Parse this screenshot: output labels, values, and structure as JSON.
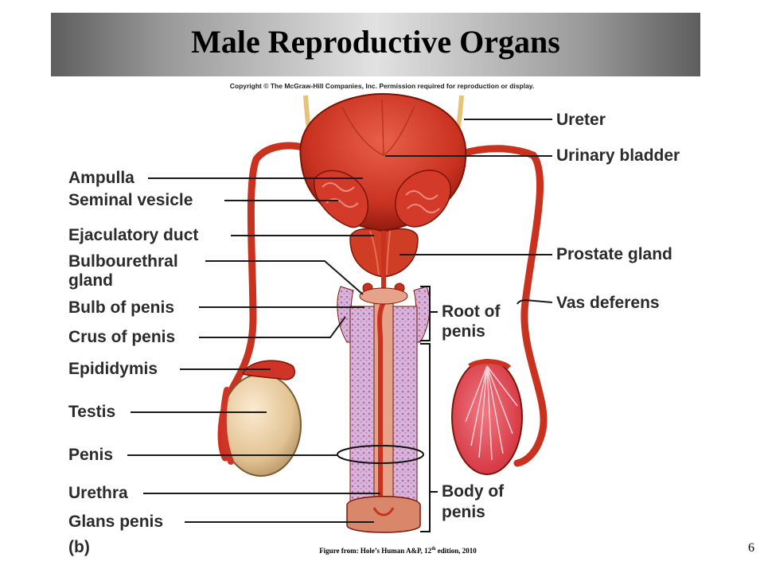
{
  "title": "Male Reproductive Organs",
  "copyright": "Copyright © The McGraw-Hill Companies, Inc. Permission required for reproduction or display.",
  "labels": {
    "ureter": "Ureter",
    "urinary_bladder": "Urinary bladder",
    "ampulla": "Ampulla",
    "seminal_vesicle": "Seminal vesicle",
    "ejaculatory_duct": "Ejaculatory duct",
    "bulbourethral_line1": "Bulbourethral",
    "bulbourethral_line2": "gland",
    "prostate_gland": "Prostate gland",
    "bulb_of_penis": "Bulb of penis",
    "vas_deferens": "Vas deferens",
    "root_line1": "Root of",
    "root_line2": "penis",
    "crus_of_penis": "Crus of penis",
    "epididymis": "Epididymis",
    "testis": "Testis",
    "penis": "Penis",
    "urethra": "Urethra",
    "body_line1": "Body of",
    "body_line2": "penis",
    "glans_penis": "Glans penis",
    "part_b": "(b)"
  },
  "caption": {
    "pre": "Figure from: Hole’s Human A&P, 12",
    "sup": "th",
    "post": " edition, 2010"
  },
  "page_number": "6",
  "colors": {
    "organ_red": "#c93220",
    "tube_red": "#c8321f",
    "tissue_pink": "#d9b3d9",
    "testis_tan": "#e5c99a",
    "leader_line": "#1a1a1a"
  }
}
